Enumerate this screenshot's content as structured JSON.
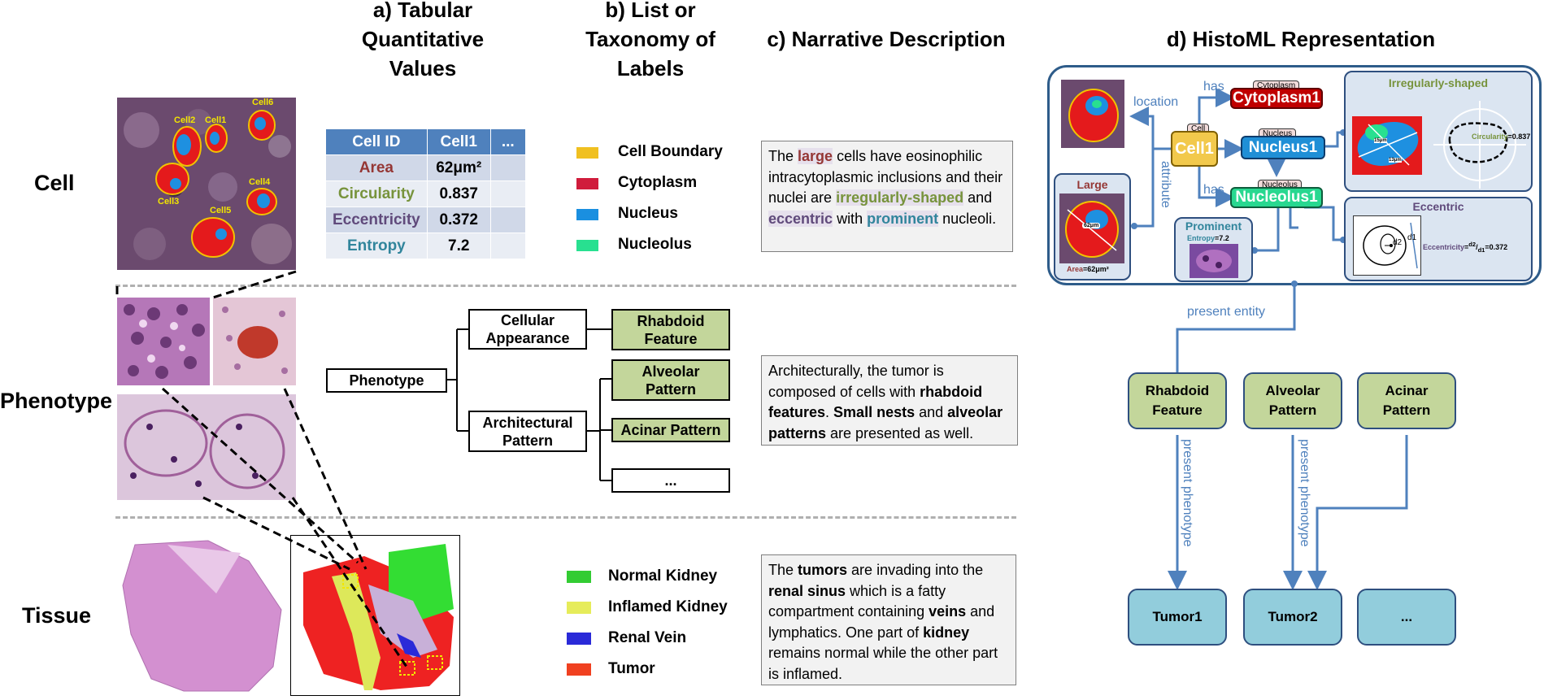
{
  "columns": {
    "a": [
      "a) Tabular",
      "Quantitative",
      "Values"
    ],
    "b": [
      "b) List or",
      "Taxonomy of",
      "Labels"
    ],
    "c": "c) Narrative Description",
    "d": "d) HistoML Representation"
  },
  "rows": {
    "cell": "Cell",
    "phenotype": "Phenotype",
    "tissue": "Tissue"
  },
  "cell_image": {
    "labels": [
      "Cell6",
      "Cell2",
      "Cell1",
      "Cell4",
      "Cell3",
      "Cell5"
    ]
  },
  "table": {
    "header": [
      "Cell ID",
      "Cell1",
      "..."
    ],
    "rows": [
      {
        "key": "Area",
        "value": "62μm²",
        "color": "#953735"
      },
      {
        "key": "Circularity",
        "value": "0.837",
        "color": "#77933c"
      },
      {
        "key": "Eccentricity",
        "value": "0.372",
        "color": "#604a7b"
      },
      {
        "key": "Entropy",
        "value": "7.2",
        "color": "#31859c"
      }
    ]
  },
  "cell_legend": [
    {
      "label": "Cell Boundary",
      "color": "#f0c020"
    },
    {
      "label": "Cytoplasm",
      "color": "#d01c3c"
    },
    {
      "label": "Nucleus",
      "color": "#1a8fe0"
    },
    {
      "label": "Nucleolus",
      "color": "#28e090"
    }
  ],
  "tissue_legend": [
    {
      "label": "Normal Kidney",
      "color": "#33cc33"
    },
    {
      "label": "Inflamed Kidney",
      "color": "#e6ec5a"
    },
    {
      "label": "Renal Vein",
      "color": "#2a2ad8"
    },
    {
      "label": "Tumor",
      "color": "#f04020"
    }
  ],
  "tree": {
    "root": "Phenotype",
    "cellular": [
      "Cellular",
      "Appearance"
    ],
    "architectural": [
      "Architectural",
      "Pattern"
    ],
    "rhabdoid": [
      "Rhabdoid",
      "Feature"
    ],
    "alveolar": [
      "Alveolar",
      "Pattern"
    ],
    "acinar": "Acinar Pattern",
    "more": "..."
  },
  "narrative": {
    "cell": [
      [
        "The ",
        ""
      ],
      [
        "large",
        "large"
      ],
      [
        " cells have eosinophilic intracytoplasmic inclusions and their nuclei are ",
        ""
      ],
      [
        "irregularly-shaped",
        "irreg"
      ],
      [
        " and ",
        ""
      ],
      [
        "eccentric",
        "ecc"
      ],
      [
        " with ",
        ""
      ],
      [
        "prominent",
        "prom"
      ],
      [
        " nucleoli.",
        ""
      ]
    ],
    "phenotype": [
      [
        "Architecturally, the tumor is composed of cells with ",
        ""
      ],
      [
        "rhabdoid features",
        "b"
      ],
      [
        ". ",
        ""
      ],
      [
        "Small nests",
        "b"
      ],
      [
        " and ",
        ""
      ],
      [
        "alveolar patterns",
        "b"
      ],
      [
        " are presented as well.",
        ""
      ]
    ],
    "tissue": [
      [
        "The ",
        ""
      ],
      [
        "tumors",
        "b"
      ],
      [
        " are invading into the ",
        ""
      ],
      [
        "renal sinus",
        "b"
      ],
      [
        " which is a fatty compartment containing ",
        ""
      ],
      [
        "veins",
        "b"
      ],
      [
        " and lymphatics. One part of ",
        ""
      ],
      [
        "kidney",
        "b"
      ],
      [
        " remains normal while the other part is inflamed.",
        ""
      ]
    ]
  },
  "histoml": {
    "location": "location",
    "attribute": "attribute",
    "has1": "has",
    "has2": "has",
    "cell_tag": "Cell",
    "cell": "Cell1",
    "cyto_tag": "Cytoplasm",
    "cytoplasm": "Cytoplasm1",
    "nuc_tag": "Nucleus",
    "nucleus": "Nucleus1",
    "nucleolus_tag": "Nucleolus",
    "nucleolus": "Nucleolus1",
    "large": "Large",
    "area_label": "Area",
    "area_value": "=62μm²",
    "prominent": "Prominent",
    "entropy_label": "Entropy",
    "entropy_value": "=7.2",
    "irregular": "Irregularly-shaped",
    "circ_label": "Circularity",
    "circ_value": "=0.837",
    "eccentric": "Eccentric",
    "ecc_label": "Eccentricity",
    "ecc_formula_num": "d2",
    "ecc_formula_den": "d1",
    "ecc_value": "=0.372",
    "d1": "d1",
    "d2": "d2",
    "len1": "15μm",
    "len2": "13μm",
    "ruler": "62μm",
    "present_entity": "present entity",
    "present_phenotype_1": "present phenotype",
    "present_phenotype_2": "present phenotype",
    "phenos": [
      [
        "Rhabdoid",
        "Feature"
      ],
      [
        "Alveolar",
        "Pattern"
      ],
      [
        "Acinar",
        "Pattern"
      ]
    ],
    "tumors": [
      "Tumor1",
      "Tumor2",
      "..."
    ]
  }
}
